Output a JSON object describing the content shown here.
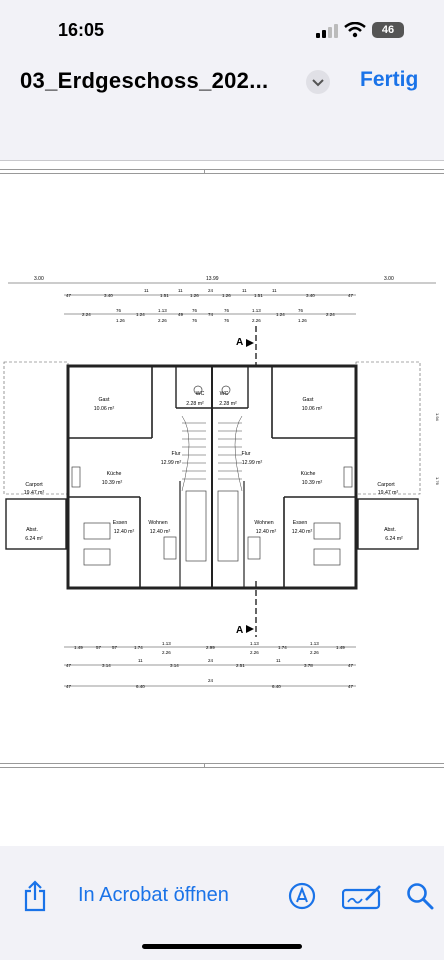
{
  "status": {
    "time": "16:05",
    "battery": "46"
  },
  "header": {
    "title": "03_Erdgeschoss_202...",
    "done_label": "Fertig"
  },
  "plan": {
    "dims_top": [
      "3.00",
      "13.99",
      "3.00"
    ],
    "row2": [
      "47",
      "3.40",
      "11",
      "1.51",
      "11",
      "1.26",
      "24",
      "1.26",
      "11",
      "1.51",
      "11",
      "3.40",
      "47"
    ],
    "row3": [
      "2.24",
      "76",
      "1.24",
      "1.13",
      "49",
      "76",
      "74",
      "76",
      "1.13",
      "1.24",
      "76",
      "2.24"
    ],
    "row3b": [
      "1.26",
      "2.26",
      "76",
      "76",
      "2.26",
      "1.26"
    ],
    "rooms": {
      "gast": "Gast",
      "gast_area": "10.06 m²",
      "wc": "WC",
      "wc_area": "2.28 m²",
      "flur": "Flur",
      "flur_area": "12.99 m²",
      "kueche": "Küche",
      "kueche_area": "10.39 m²",
      "carport": "Carport",
      "carport_area": "19.47 m²",
      "abst": "Abst.",
      "abst_area": "6.24 m²",
      "essen": "Essen",
      "essen_area": "12.40 m²",
      "wohnen": "Wohnen",
      "wohnen_area": "12.40 m²"
    },
    "section_label": "A",
    "bot1": [
      "1.49",
      "57",
      "57",
      "1.74",
      "1.13",
      "2.99",
      "1.13",
      "1.74",
      "1.13",
      "1.49"
    ],
    "bot1b": [
      "2.26",
      "2.26",
      "2.26"
    ],
    "bot2": [
      "47",
      "3.14",
      "11",
      "3.14",
      "24",
      "2.51",
      "11",
      "3.78",
      "47"
    ],
    "bot3": [
      "47",
      "6.40",
      "24",
      "6.40",
      "47"
    ],
    "side": [
      "1.94",
      "1.76"
    ]
  },
  "toolbar": {
    "acrobat_label": "In Acrobat öffnen"
  },
  "icons": {
    "share": "share-icon",
    "markup": "markup-icon",
    "sign": "signature-icon",
    "search": "search-icon",
    "chevron": "chevron-down-icon"
  },
  "colors": {
    "accent": "#1a73e8",
    "background": "#f2f2f7"
  }
}
